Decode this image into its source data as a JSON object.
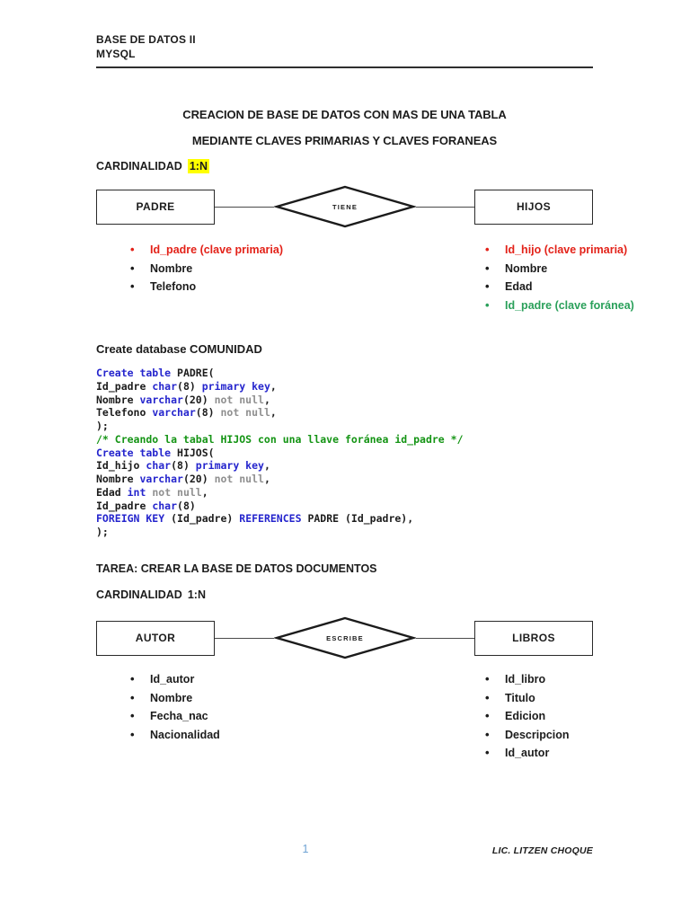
{
  "header": {
    "line1": "BASE DE DATOS II",
    "line2": "MYSQL"
  },
  "titles": {
    "main": "CREACION DE BASE DE DATOS CON MAS DE UNA TABLA",
    "sub": "MEDIANTE CLAVES PRIMARIAS Y CLAVES FORANEAS"
  },
  "section1": {
    "cardinality_label": "CARDINALIDAD",
    "cardinality_value": "1:N",
    "diagram": {
      "left_entity": "PADRE",
      "relation": "TIENE",
      "right_entity": "HIJOS"
    },
    "left_attributes": [
      {
        "text": "Id_padre (clave primaria)",
        "color": "red"
      },
      {
        "text": "Nombre",
        "color": "black"
      },
      {
        "text": "Telefono",
        "color": "black"
      }
    ],
    "right_attributes": [
      {
        "text": "Id_hijo (clave primaria)",
        "color": "red"
      },
      {
        "text": "Nombre",
        "color": "black"
      },
      {
        "text": "Edad",
        "color": "black"
      },
      {
        "text": "Id_padre (clave foránea)",
        "color": "green"
      }
    ]
  },
  "sql": {
    "intro": "Create database COMUNIDAD",
    "lines": [
      [
        {
          "t": "Create table ",
          "c": "kw"
        },
        {
          "t": "PADRE(",
          "c": "pl"
        }
      ],
      [
        {
          "t": "Id_padre ",
          "c": "pl"
        },
        {
          "t": "char",
          "c": "kw"
        },
        {
          "t": "(8) ",
          "c": "pl"
        },
        {
          "t": "primary key",
          "c": "kw"
        },
        {
          "t": ",",
          "c": "pl"
        }
      ],
      [
        {
          "t": "Nombre ",
          "c": "pl"
        },
        {
          "t": "varchar",
          "c": "kw"
        },
        {
          "t": "(20) ",
          "c": "pl"
        },
        {
          "t": "not null",
          "c": "dim"
        },
        {
          "t": ",",
          "c": "pl"
        }
      ],
      [
        {
          "t": "Telefono ",
          "c": "pl"
        },
        {
          "t": "varchar",
          "c": "kw"
        },
        {
          "t": "(8) ",
          "c": "pl"
        },
        {
          "t": "not null",
          "c": "dim"
        },
        {
          "t": ",",
          "c": "pl"
        }
      ],
      [
        {
          "t": ");",
          "c": "pl"
        }
      ],
      [
        {
          "t": "/* Creando la tabal HIJOS con una llave foránea id_padre */",
          "c": "cm"
        }
      ],
      [
        {
          "t": "Create table ",
          "c": "kw"
        },
        {
          "t": "HIJOS(",
          "c": "pl"
        }
      ],
      [
        {
          "t": "Id_hijo ",
          "c": "pl"
        },
        {
          "t": "char",
          "c": "kw"
        },
        {
          "t": "(8) ",
          "c": "pl"
        },
        {
          "t": "primary key",
          "c": "kw"
        },
        {
          "t": ",",
          "c": "pl"
        }
      ],
      [
        {
          "t": "Nombre ",
          "c": "pl"
        },
        {
          "t": "varchar",
          "c": "kw"
        },
        {
          "t": "(20) ",
          "c": "pl"
        },
        {
          "t": "not null",
          "c": "dim"
        },
        {
          "t": ",",
          "c": "pl"
        }
      ],
      [
        {
          "t": "Edad ",
          "c": "pl"
        },
        {
          "t": "int",
          "c": "kw"
        },
        {
          "t": " ",
          "c": "pl"
        },
        {
          "t": "not null",
          "c": "dim"
        },
        {
          "t": ",",
          "c": "pl"
        }
      ],
      [
        {
          "t": "Id_padre ",
          "c": "pl"
        },
        {
          "t": "char",
          "c": "kw"
        },
        {
          "t": "(8)",
          "c": "pl"
        }
      ],
      [
        {
          "t": "FOREIGN KEY",
          "c": "kw"
        },
        {
          "t": " (Id_padre) ",
          "c": "pl"
        },
        {
          "t": "REFERENCES",
          "c": "kw"
        },
        {
          "t": " PADRE (Id_padre),",
          "c": "pl"
        }
      ],
      [
        {
          "t": ");",
          "c": "pl"
        }
      ]
    ]
  },
  "section2": {
    "task_title": "TAREA: CREAR LA BASE DE DATOS DOCUMENTOS",
    "cardinality_label": "CARDINALIDAD",
    "cardinality_value": "1:N",
    "diagram": {
      "left_entity": "AUTOR",
      "relation": "ESCRIBE",
      "right_entity": "LIBROS"
    },
    "left_attributes": [
      {
        "text": "Id_autor",
        "color": "black"
      },
      {
        "text": "Nombre",
        "color": "black"
      },
      {
        "text": "Fecha_nac",
        "color": "black"
      },
      {
        "text": "Nacionalidad",
        "color": "black"
      }
    ],
    "right_attributes": [
      {
        "text": "Id_libro",
        "color": "black"
      },
      {
        "text": "Titulo",
        "color": "black"
      },
      {
        "text": "Edicion",
        "color": "black"
      },
      {
        "text": "Descripcion",
        "color": "black"
      },
      {
        "text": "Id_autor",
        "color": "black"
      }
    ]
  },
  "footer": {
    "page_number": "1",
    "author": "LIC. LITZEN CHOQUE"
  },
  "colors": {
    "keyword_blue": "#2525cd",
    "comment_green": "#149414",
    "muted_gray": "#8f8f8f",
    "attribute_red": "#e32219",
    "attribute_green": "#2aa05a",
    "highlight_yellow": "#ffff00",
    "page_number_blue": "#6fa3d4"
  }
}
